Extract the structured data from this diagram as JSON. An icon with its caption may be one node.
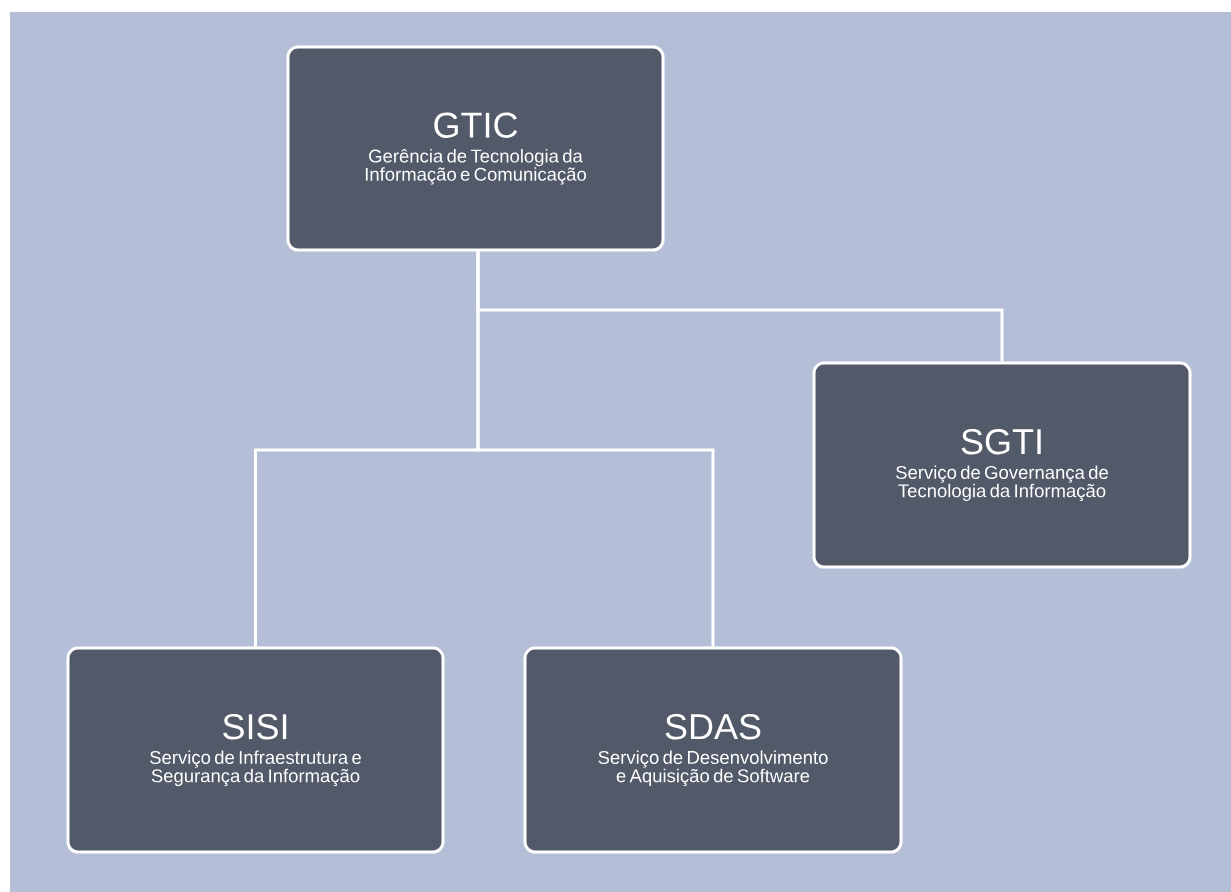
{
  "diagram": {
    "nodes": [
      {
        "text": [
          "GTIC",
          "Gerência de Tecnologia da Informação e Comunicação"
        ]
      },
      {
        "text": [
          "SGTI",
          "Serviço de Governança de Tecnologia da Informação"
        ]
      },
      {
        "text": [
          "SISI",
          "Serviço de Infraestrutura e Segurança da Informação"
        ]
      },
      {
        "text": [
          "SDAS",
          "Serviço de Desenvolvimento e Aquisição de Software"
        ]
      }
    ],
    "edges": [
      {
        "from": 0,
        "to": 1,
        "arrow": "none"
      },
      {
        "from": 0,
        "to": 2,
        "arrow": "none"
      },
      {
        "from": 0,
        "to": 3,
        "arrow": "none"
      }
    ]
  }
}
